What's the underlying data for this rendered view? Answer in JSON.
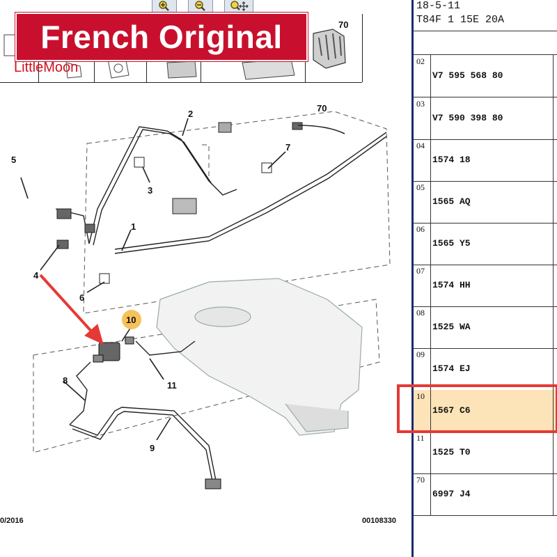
{
  "toolbar": {
    "buttons": [
      {
        "icon": "zoom-in-icon"
      },
      {
        "icon": "zoom-out-icon"
      },
      {
        "icon": "zoom-pan-icon"
      }
    ]
  },
  "banner": {
    "text": "French Original"
  },
  "watermark": {
    "text": "LittleMoon"
  },
  "thumbnails": {
    "visible_label": "70"
  },
  "diagram": {
    "callouts": [
      "2",
      "70",
      "5",
      "3",
      "7",
      "1",
      "4",
      "6",
      "10",
      "8",
      "11",
      "9"
    ],
    "highlight_callout": "10"
  },
  "footer": {
    "date_fragment": "0/2016",
    "plate_ref": "00108330"
  },
  "panel": {
    "date": "18-5-11",
    "model_code": "T84F 1 15E 20A",
    "rows": [
      {
        "num": "02",
        "code": "V7 595 568 80"
      },
      {
        "num": "03",
        "code": "V7 590 398 80"
      },
      {
        "num": "04",
        "code": "1574 18"
      },
      {
        "num": "05",
        "code": "1565 AQ"
      },
      {
        "num": "06",
        "code": "1565 Y5"
      },
      {
        "num": "07",
        "code": "1574 HH"
      },
      {
        "num": "08",
        "code": "1525 WA"
      },
      {
        "num": "09",
        "code": "1574 EJ"
      },
      {
        "num": "10",
        "code": "1567 C6"
      },
      {
        "num": "11",
        "code": "1525 T0"
      },
      {
        "num": "70",
        "code": "6997 J4"
      }
    ]
  },
  "colors": {
    "banner_red": "#c8102e",
    "highlight_row": "#fde3b8",
    "callout_circle": "#f5c15a",
    "arrow_red": "#e53935"
  }
}
